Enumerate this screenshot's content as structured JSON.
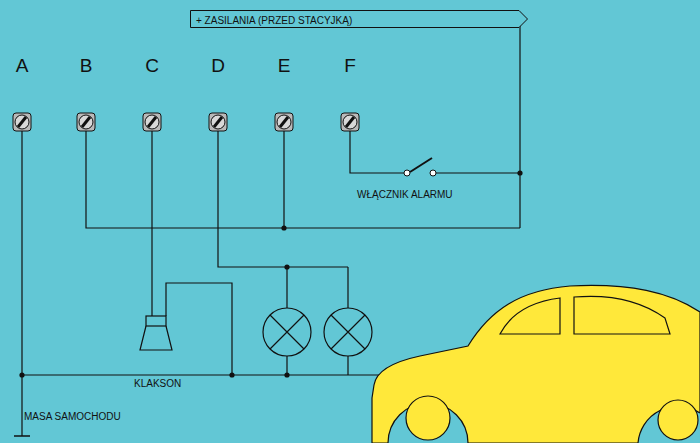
{
  "diagram": {
    "nodes": [
      {
        "text": [
          "+ ZASILANIA (PRZED STACYJKĄ)"
        ]
      }
    ],
    "labels": [
      "A",
      "B",
      "C",
      "D",
      "E",
      "F",
      "WŁĄCZNIK ALARMU",
      "KLAKSON",
      "MASA SAMOCHODU"
    ]
  }
}
